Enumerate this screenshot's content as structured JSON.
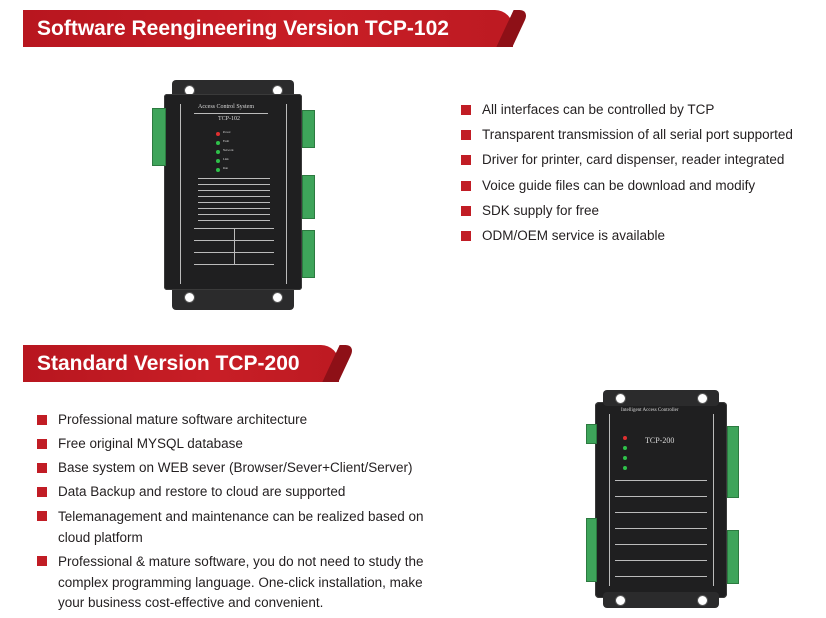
{
  "sections": [
    {
      "title": "Software Reengineering Version TCP-102",
      "features": [
        "All interfaces can be controlled by TCP",
        "Transparent transmission of all serial port supported",
        "Driver for printer, card dispenser, reader integrated",
        "Voice guide files can be download and modify",
        "SDK supply for free",
        "ODM/OEM service is available"
      ],
      "device": {
        "panel_title": "Access Control System",
        "model": "TCP-102",
        "led_labels": [
          "Power",
          "Fault",
          "Network",
          "Link",
          "Run"
        ]
      }
    },
    {
      "title": "Standard Version TCP-200",
      "features": [
        "Professional mature software architecture",
        "Free original MYSQL database",
        "Base system on WEB sever (Browser/Sever+Client/Server)",
        "Data Backup and restore to cloud are supported",
        "Telemanagement and maintenance can be realized based on cloud platform",
        "Professional & mature software, you do not need to study the complex programming language. One-click installation, make your business cost-effective and convenient."
      ],
      "device": {
        "panel_title": "Intelligent Access Controller",
        "model": "TCP-200"
      }
    }
  ],
  "colors": {
    "accent": "#c11d25",
    "banner_dark": "#8e1017",
    "terminal_green": "#3ea45a",
    "device_body": "#1f1f20"
  }
}
